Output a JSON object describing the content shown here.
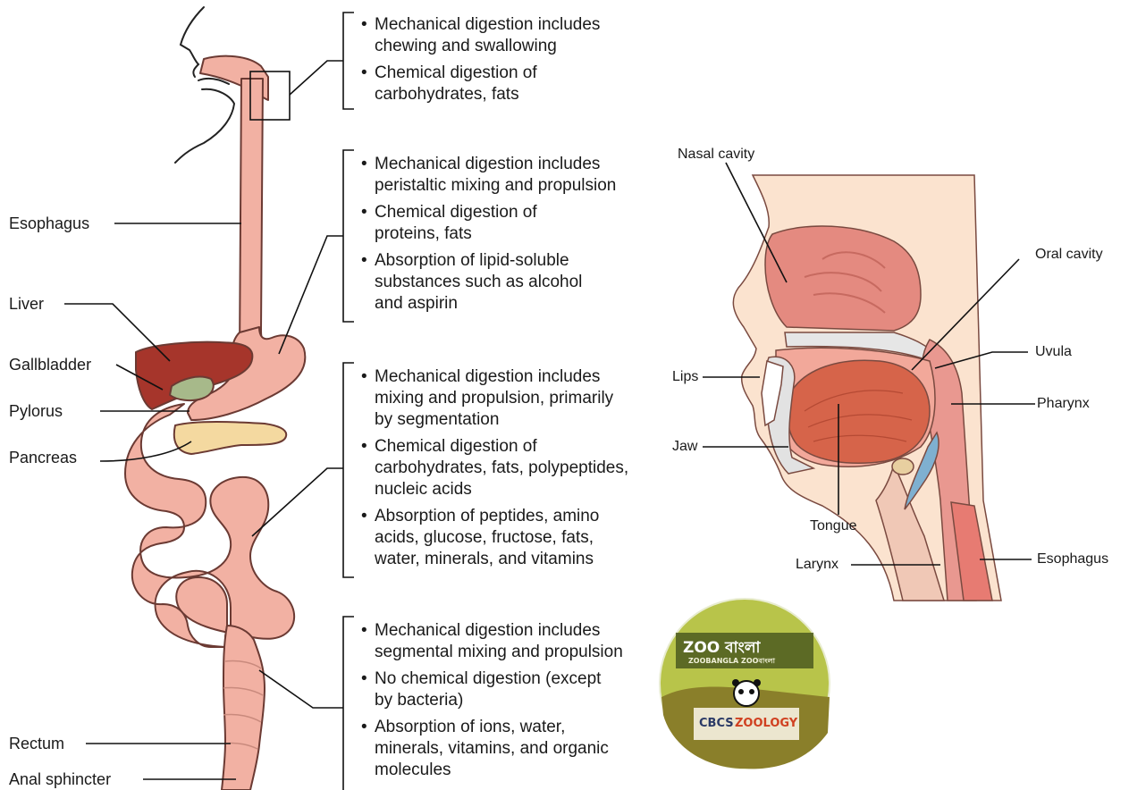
{
  "left_labels": {
    "esophagus": "Esophagus",
    "liver": "Liver",
    "gallbladder": "Gallbladder",
    "pylorus": "Pylorus",
    "pancreas": "Pancreas",
    "rectum": "Rectum",
    "anal_sphincter": "Anal sphincter"
  },
  "groups": [
    {
      "items": [
        "Mechanical digestion includes\nchewing and swallowing",
        "Chemical digestion of\ncarbohydrates, fats"
      ]
    },
    {
      "items": [
        "Mechanical digestion includes\nperistaltic mixing and propulsion",
        "Chemical digestion of\nproteins, fats",
        "Absorption of lipid-soluble\nsubstances such as alcohol\nand aspirin"
      ]
    },
    {
      "items": [
        "Mechanical digestion includes\nmixing and propulsion, primarily\nby segmentation",
        "Chemical digestion of\ncarbohydrates, fats, polypeptides,\nnucleic acids",
        "Absorption of peptides, amino\nacids, glucose, fructose, fats,\nwater, minerals, and vitamins"
      ]
    },
    {
      "items": [
        "Mechanical digestion includes\nsegmental mixing and propulsion",
        "No chemical digestion (except\nby bacteria)",
        "Absorption of ions, water,\nminerals, vitamins, and organic\nmolecules"
      ]
    }
  ],
  "head_labels": {
    "nasal_cavity": "Nasal cavity",
    "oral_cavity": "Oral cavity",
    "lips": "Lips",
    "uvula": "Uvula",
    "pharynx": "Pharynx",
    "jaw": "Jaw",
    "tongue": "Tongue",
    "larynx": "Larynx",
    "esophagus": "Esophagus"
  },
  "logo": {
    "zoo_bangla": "ZOO বাংলা",
    "sub": "ZOOBANGLA ZOOবাংলা",
    "cbcs": "CBCS",
    "zoology": "ZOOLOGY"
  },
  "colors": {
    "tract": "#f2b1a3",
    "tract_stroke": "#6b3a33",
    "liver": "#a6352b",
    "gallbladder": "#a7b98a",
    "pancreas": "#f4d9a0",
    "tongue": "#d6644a",
    "nasal": "#e48a80",
    "skin": "#fbe3cf",
    "pharynx": "#e99890"
  }
}
